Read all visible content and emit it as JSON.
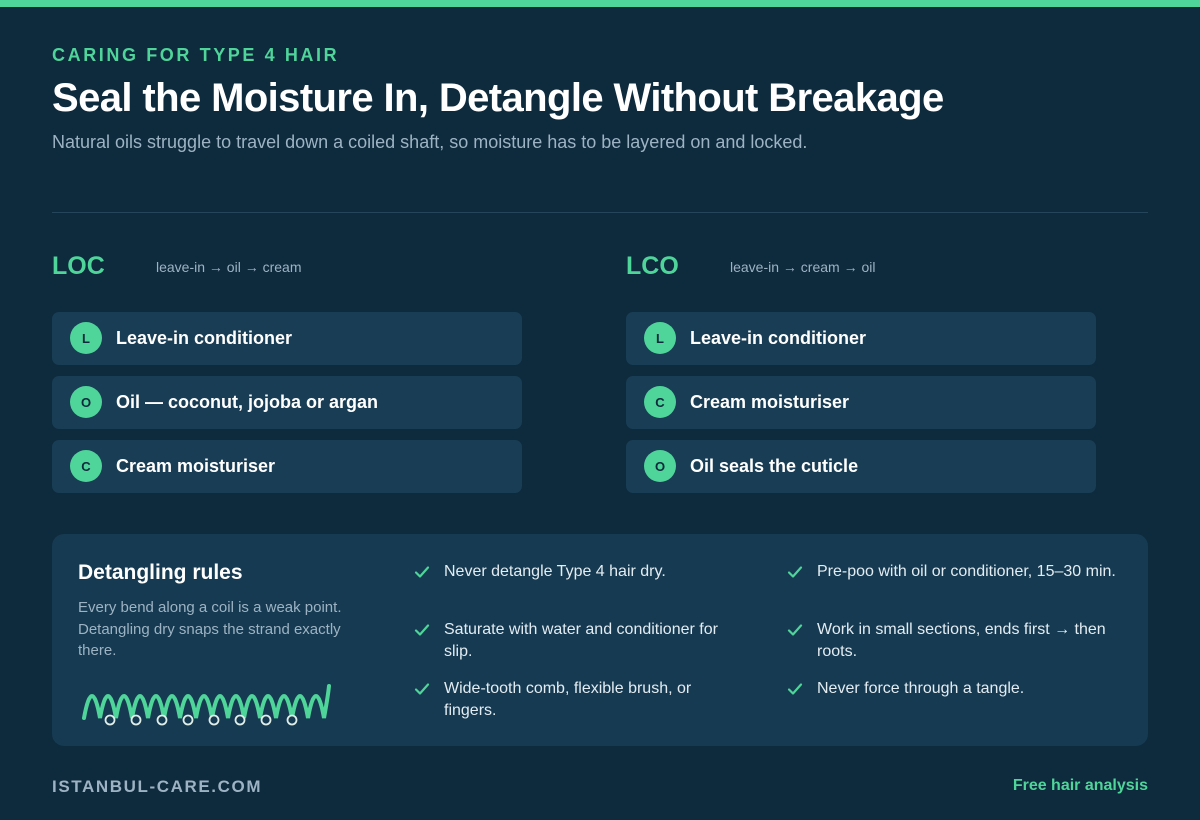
{
  "header": {
    "eyebrow": "CARING FOR TYPE 4 HAIR",
    "title": "Seal the Moisture In, Detangle Without Breakage",
    "subtitle": "Natural oils struggle to travel down a coiled shaft, so moisture has to be layered on and locked."
  },
  "methods": [
    {
      "name": "LOC",
      "sequence": "leave-in → oil → cream",
      "steps": [
        {
          "letter": "L",
          "label": "Leave-in conditioner"
        },
        {
          "letter": "O",
          "label": "Oil — coconut, jojoba or argan"
        },
        {
          "letter": "C",
          "label": "Cream moisturiser"
        }
      ]
    },
    {
      "name": "LCO",
      "sequence": "leave-in → cream → oil",
      "steps": [
        {
          "letter": "L",
          "label": "Leave-in conditioner"
        },
        {
          "letter": "C",
          "label": "Cream moisturiser"
        },
        {
          "letter": "O",
          "label": "Oil seals the cuticle"
        }
      ]
    }
  ],
  "detangling": {
    "title": "Detangling rules",
    "description": "Every bend along a coil is a weak point. Detangling dry snaps the strand exactly there.",
    "rules_left": [
      "Never detangle Type 4 hair dry.",
      "Saturate with water and conditioner for slip.",
      "Wide-tooth comb, flexible brush, or fingers."
    ],
    "rules_right": [
      "Pre-poo with oil or conditioner, 15–30 min.",
      "Work in small sections, ends first → then roots.",
      "Never force through a tangle."
    ]
  },
  "footer": {
    "brand": "ISTANBUL-CARE.COM",
    "cta": "Free hair analysis"
  },
  "colors": {
    "background": "#0e2a3d",
    "accent": "#4fd49a",
    "card": "#183d55",
    "panel": "#163a51",
    "muted_text": "#9db3c3"
  },
  "icons": {
    "check": "check-icon",
    "coil": "coil-strand-icon"
  }
}
